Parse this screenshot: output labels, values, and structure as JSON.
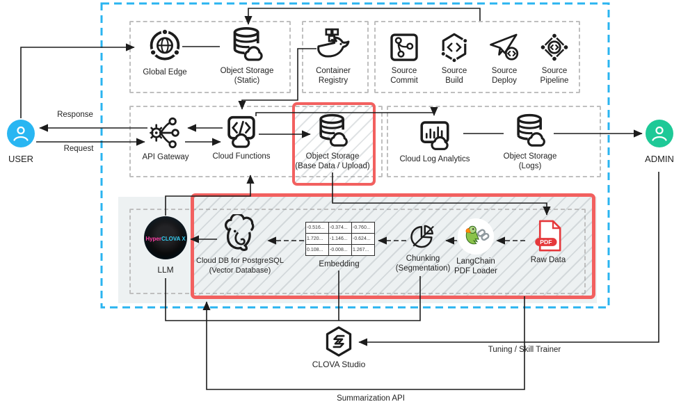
{
  "actors": {
    "user": {
      "label": "USER"
    },
    "admin": {
      "label": "ADMIN"
    }
  },
  "edges": {
    "response": "Response",
    "request": "Request",
    "tuning": "Tuning / Skill Trainer",
    "summarization": "Summarization API"
  },
  "nodes": {
    "global_edge": {
      "label": "Global Edge"
    },
    "object_storage_static": {
      "line1": "Object Storage",
      "line2": "(Static)"
    },
    "container_registry": {
      "line1": "Container",
      "line2": "Registry"
    },
    "source_commit": {
      "line1": "Source",
      "line2": "Commit"
    },
    "source_build": {
      "line1": "Source",
      "line2": "Build"
    },
    "source_deploy": {
      "line1": "Source",
      "line2": "Deploy"
    },
    "source_pipeline": {
      "line1": "Source",
      "line2": "Pipeline"
    },
    "api_gateway": {
      "label": "API Gateway"
    },
    "cloud_functions": {
      "label": "Cloud Functions"
    },
    "object_storage_base": {
      "line1": "Object Storage",
      "line2": "(Base Data / Upload)"
    },
    "cloud_log_analytics": {
      "label": "Cloud Log Analytics"
    },
    "object_storage_logs": {
      "line1": "Object Storage",
      "line2": "(Logs)"
    },
    "llm": {
      "label": "LLM",
      "logo_primary": "Hyper",
      "logo_secondary": "CLOVA X"
    },
    "cloud_db_postgresql": {
      "line1": "Cloud DB for PostgreSQL",
      "line2": "(Vector Database)"
    },
    "embedding": {
      "label": "Embedding",
      "matrix": [
        [
          "-0.516...",
          "-0.374...",
          "-0.760..."
        ],
        [
          "1.720...",
          "-1.146...",
          "-0.624..."
        ],
        [
          "0.108...",
          "-0.008...",
          "1.267..."
        ]
      ]
    },
    "chunking": {
      "line1": "Chunking",
      "line2": "(Segmentation)"
    },
    "langchain": {
      "line1": "LangChain",
      "line2": "PDF Loader"
    },
    "raw_data": {
      "label": "Raw Data",
      "badge": "PDF"
    },
    "clova_studio": {
      "label": "CLOVA Studio"
    }
  },
  "colors": {
    "user": "#29b6f2",
    "admin": "#1ec997",
    "boundary": "#2ab4f0",
    "highlight": "#f2605f",
    "pdf_red": "#e5383b"
  }
}
